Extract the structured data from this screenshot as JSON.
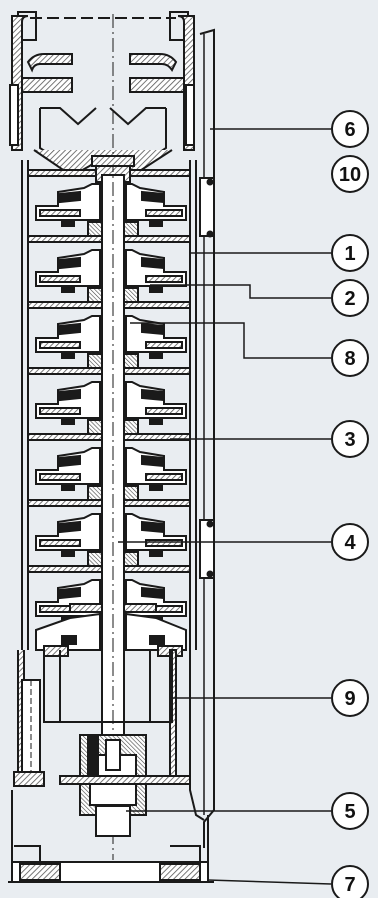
{
  "diagram": {
    "colors": {
      "background": "#e9edf1",
      "line": "#1a1a1a",
      "hatch": "#6a6a6a",
      "circle_fill": "#ffffff"
    },
    "callouts": [
      {
        "id": "6",
        "label": "6"
      },
      {
        "id": "10",
        "label": "10"
      },
      {
        "id": "1",
        "label": "1"
      },
      {
        "id": "2",
        "label": "2"
      },
      {
        "id": "8",
        "label": "8"
      },
      {
        "id": "3",
        "label": "3"
      },
      {
        "id": "4",
        "label": "4"
      },
      {
        "id": "9",
        "label": "9"
      },
      {
        "id": "5",
        "label": "5"
      },
      {
        "id": "7",
        "label": "7"
      }
    ]
  }
}
